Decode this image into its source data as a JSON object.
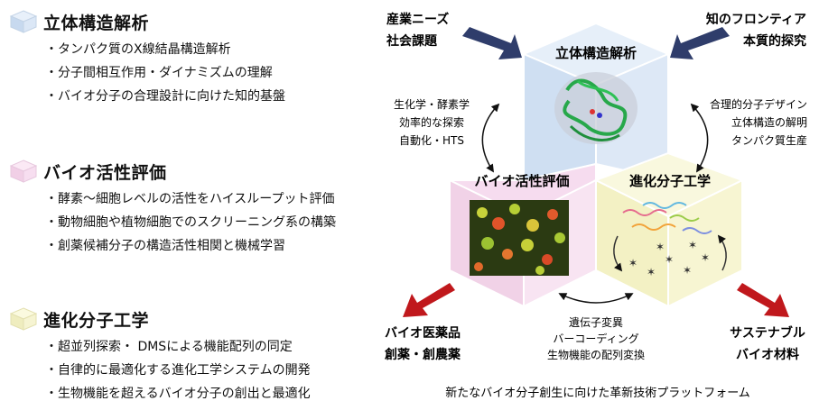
{
  "sections": [
    {
      "title": "立体構造解析",
      "items": [
        "タンパク質のX線結晶構造解析",
        "分子間相互作用・ダイナミズムの理解",
        "バイオ分子の合理設計に向けた知的基盤"
      ]
    },
    {
      "title": "バイオ活性評価",
      "items": [
        "酵素～細胞レベルの活性をハイスループット評価",
        "動物細胞や植物細胞でのスクリーニング系の構築",
        "創薬候補分子の構造活性相関と機械学習"
      ]
    },
    {
      "title": "進化分子工学",
      "items": [
        "超並列探索・ DMSによる機能配列の同定",
        "自律的に最適化する進化工学システムの開発",
        "生物機能を超えるバイオ分子の創出と最適化"
      ]
    }
  ],
  "diagram": {
    "inputs": {
      "left": [
        "産業ニーズ",
        "社会課題"
      ],
      "right": [
        "知のフロンティア",
        "本質的探究"
      ]
    },
    "cubes": {
      "top": "立体構造解析",
      "left": "バイオ活性評価",
      "right": "進化分子工学"
    },
    "links": {
      "left": [
        "生化学・酵素学",
        "効率的な探索",
        "自動化・HTS"
      ],
      "right": [
        "合理的分子デザイン",
        "立体構造の解明",
        "タンパク質生産"
      ],
      "bottom": [
        "遺伝子変異",
        "バーコーディング",
        "生物機能の配列変換"
      ]
    },
    "outputs": {
      "left": [
        "バイオ医薬品",
        "創薬・創農薬"
      ],
      "right": [
        "サステナブル",
        "バイオ材料"
      ]
    },
    "caption": "新たなバイオ分子創生に向けた革新技術プラットフォーム"
  },
  "colors": {
    "cube_blue": "#d7e6f7",
    "cube_pink": "#f6dcef",
    "cube_yellow": "#f7f5cf",
    "arrow_navy": "#2f3d6b",
    "arrow_red": "#c0181c"
  }
}
